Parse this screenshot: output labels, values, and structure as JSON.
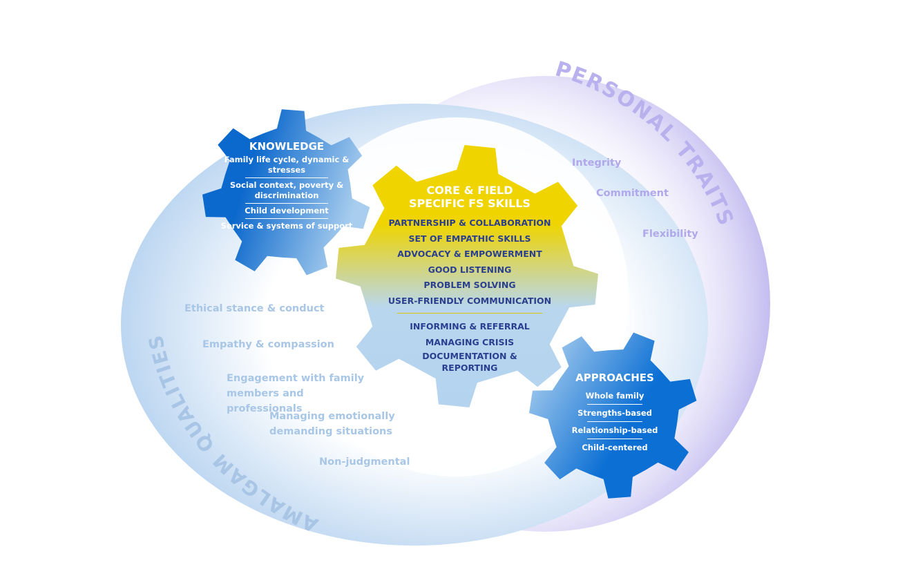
{
  "knowledge": {
    "title": "KNOWLEDGE",
    "items": [
      "Family life cycle, dynamic & stresses",
      "Social context, poverty & discrimination",
      "Child development",
      "Service & systems of support"
    ]
  },
  "core": {
    "title_line1": "CORE & FIELD",
    "title_line2": "SPECIFIC FS SKILLS",
    "skills": [
      "PARTNERSHIP & COLLABORATION",
      "SET OF EMPATHIC SKILLS",
      "ADVOCACY & EMPOWERMENT",
      "GOOD LISTENING",
      "PROBLEM SOLVING",
      "USER-FRIENDLY COMMUNICATION"
    ],
    "field": [
      "INFORMING & REFERRAL",
      "MANAGING CRISIS",
      "DOCUMENTATION & REPORTING"
    ]
  },
  "approaches": {
    "title": "APPROACHES",
    "items": [
      "Whole family",
      "Strengths-based",
      "Relationship-based",
      "Child-centered"
    ]
  },
  "personal_traits": {
    "title": "PERSONAL TRAITS",
    "items": [
      "Integrity",
      "Commitment",
      "Flexibility"
    ]
  },
  "amalgam": {
    "title": "AMALGAM QUALITIES",
    "items": [
      "Ethical stance & conduct",
      "Empathy & compassion",
      "Engagement with family members and professionals",
      "Managing emotionally demanding situations",
      "Non-judgmental"
    ]
  },
  "colors": {
    "blue": "#0a6fd0",
    "yellow": "#f0d400",
    "purple": "#c9c3f2",
    "lightblue": "#c3daf2"
  }
}
